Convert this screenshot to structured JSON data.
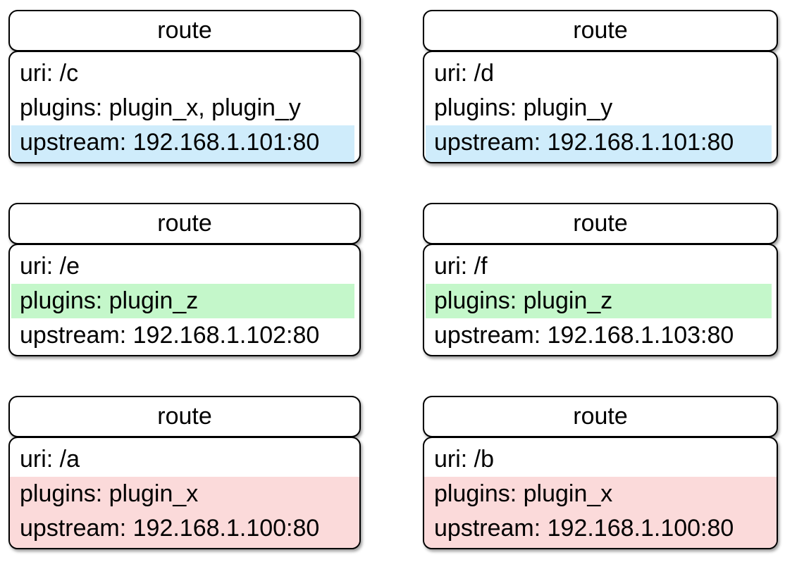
{
  "colors": {
    "blue": "#cfecfb",
    "green": "#c4f7ca",
    "pink": "#fbdada"
  },
  "cards": [
    {
      "title": "route",
      "rows": [
        {
          "text": "uri: /c",
          "highlight": "none"
        },
        {
          "text": "plugins: plugin_x, plugin_y",
          "highlight": "none"
        },
        {
          "text": "upstream: 192.168.1.101:80",
          "highlight": "blue"
        }
      ]
    },
    {
      "title": "route",
      "rows": [
        {
          "text": "uri: /d",
          "highlight": "none"
        },
        {
          "text": "plugins: plugin_y",
          "highlight": "none"
        },
        {
          "text": "upstream: 192.168.1.101:80",
          "highlight": "blue"
        }
      ]
    },
    {
      "title": "route",
      "rows": [
        {
          "text": "uri: /e",
          "highlight": "none"
        },
        {
          "text": "plugins: plugin_z",
          "highlight": "green"
        },
        {
          "text": "upstream: 192.168.1.102:80",
          "highlight": "none"
        }
      ]
    },
    {
      "title": "route",
      "rows": [
        {
          "text": "uri: /f",
          "highlight": "none"
        },
        {
          "text": "plugins: plugin_z",
          "highlight": "green"
        },
        {
          "text": "upstream: 192.168.1.103:80",
          "highlight": "none"
        }
      ]
    },
    {
      "title": "route",
      "rows": [
        {
          "text": "uri: /a",
          "highlight": "none"
        },
        {
          "text": "plugins: plugin_x",
          "highlight": "pink"
        },
        {
          "text": "upstream: 192.168.1.100:80",
          "highlight": "pink"
        }
      ]
    },
    {
      "title": "route",
      "rows": [
        {
          "text": "uri: /b",
          "highlight": "none"
        },
        {
          "text": "plugins: plugin_x",
          "highlight": "pink"
        },
        {
          "text": "upstream: 192.168.1.100:80",
          "highlight": "pink"
        }
      ]
    }
  ]
}
